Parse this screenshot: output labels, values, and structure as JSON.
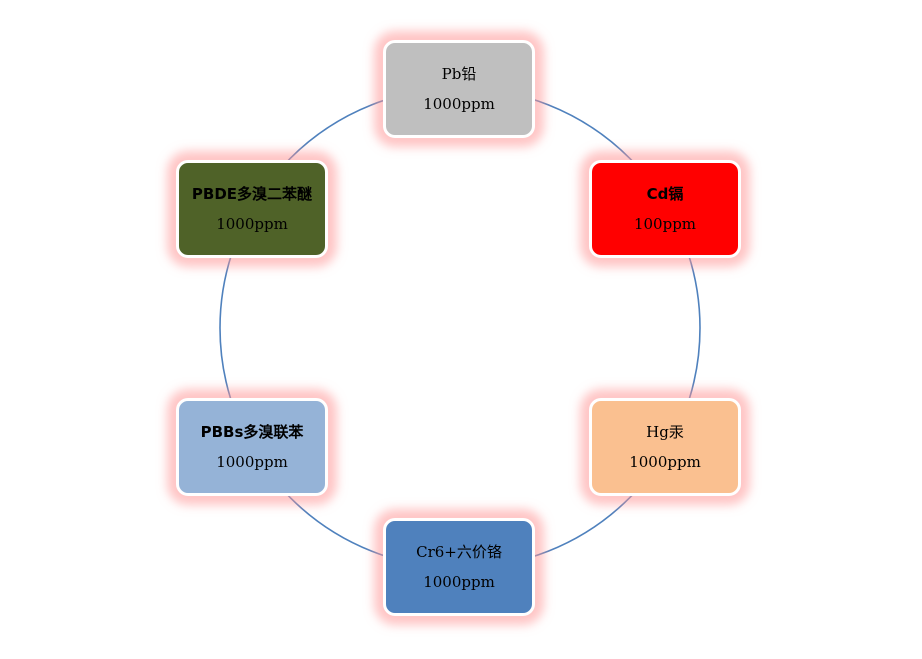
{
  "diagram": {
    "ring_color": "#4f81bd",
    "nodes": [
      {
        "id": "pb",
        "label": "Pb铅",
        "value": "1000ppm",
        "color": "#bfbfbf"
      },
      {
        "id": "cd",
        "label": "Cd镉",
        "value": "100ppm",
        "color": "#ff0000"
      },
      {
        "id": "hg",
        "label": "Hg汞",
        "value": "1000ppm",
        "color": "#fac090"
      },
      {
        "id": "cr",
        "label": "Cr6+六价铬",
        "value": "1000ppm",
        "color": "#4f81bd"
      },
      {
        "id": "pbbs",
        "label": "PBBs多溴联苯",
        "value": "1000ppm",
        "color": "#95b3d7"
      },
      {
        "id": "pbde",
        "label": "PBDE多溴二苯醚",
        "value": "1000ppm",
        "color": "#4f6228"
      }
    ]
  }
}
